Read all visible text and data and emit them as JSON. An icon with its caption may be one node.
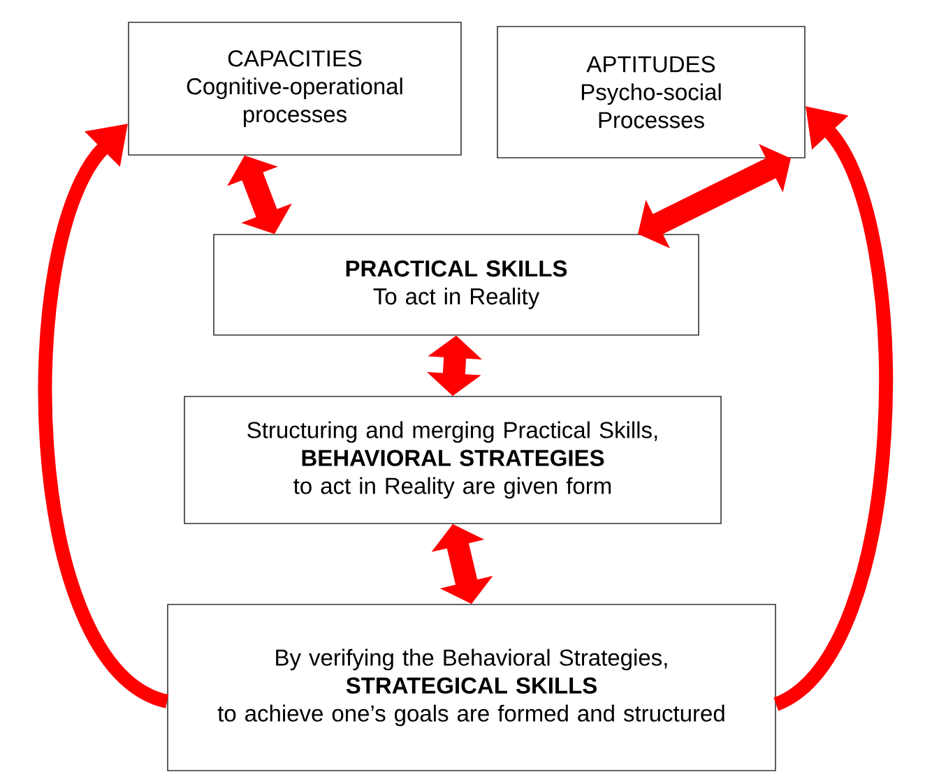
{
  "diagram": {
    "nodes": [
      {
        "text": [
          "CAPACITIES",
          "Cognitive-operational processes"
        ]
      },
      {
        "text": [
          "APTITUDES",
          "Psycho-social Processes"
        ]
      },
      {
        "text": [
          "PRACTICAL SKILLS",
          "To act in Reality"
        ]
      },
      {
        "text": [
          "Structuring and merging Practical Skills,",
          "BEHAVIORAL STRATEGIES",
          "to act in Reality are given form"
        ]
      },
      {
        "text": [
          "By verifying the Behavioral Strategies,",
          "STRATEGICAL SKILLS",
          "to achieve one’s goals are formed and structured"
        ]
      }
    ],
    "edges": [
      {
        "from": 0,
        "to": 2,
        "arrow": "both"
      },
      {
        "from": 1,
        "to": 2,
        "arrow": "both"
      },
      {
        "from": 2,
        "to": 3,
        "arrow": "both"
      },
      {
        "from": 3,
        "to": 4,
        "arrow": "both"
      },
      {
        "from": 4,
        "to": 0,
        "arrow": "to"
      },
      {
        "from": 4,
        "to": 1,
        "arrow": "to"
      }
    ]
  }
}
